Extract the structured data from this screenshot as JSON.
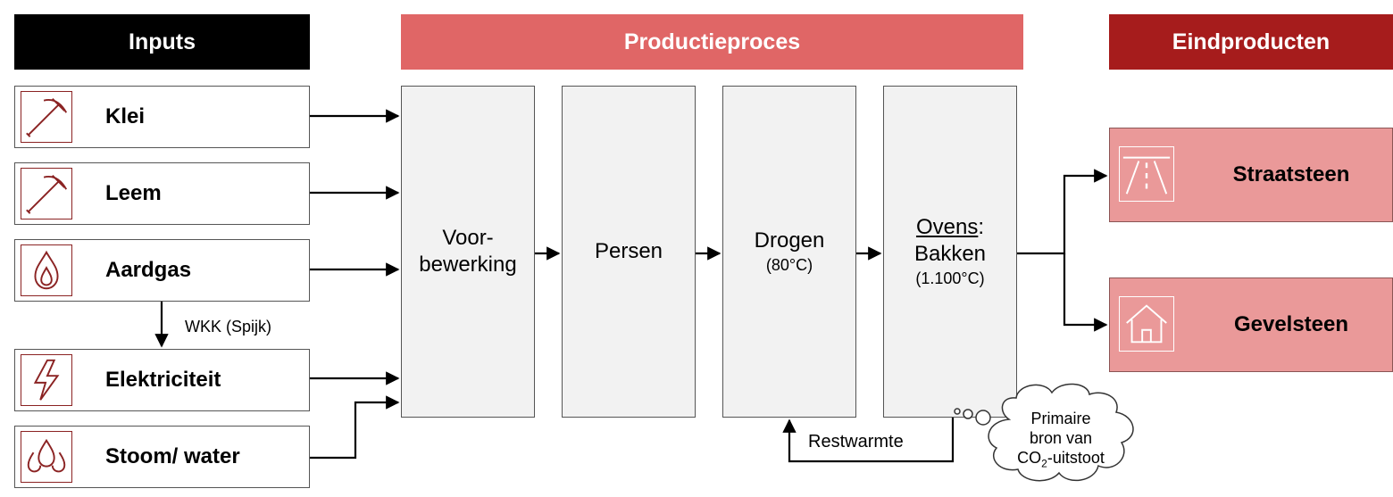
{
  "headers": {
    "inputs": "Inputs",
    "process": "Productieproces",
    "outputs": "Eindproducten"
  },
  "inputs": [
    {
      "label": "Klei",
      "icon": "pickaxe-icon"
    },
    {
      "label": "Leem",
      "icon": "pickaxe-icon"
    },
    {
      "label": "Aardgas",
      "icon": "flame-icon"
    },
    {
      "label": "Elektriciteit",
      "icon": "lightning-icon"
    },
    {
      "label": "Stoom/ water",
      "icon": "water-drops-icon"
    }
  ],
  "wkk_label": "WKK (Spijk)",
  "steps": [
    {
      "line1": "Voor-",
      "line2": "bewerking"
    },
    {
      "line1": "Persen"
    },
    {
      "line1": "Drogen",
      "sub": "(80°C)"
    },
    {
      "line1_underlined": "Ovens",
      "line1_rest": ":",
      "line2": "Bakken",
      "sub": "(1.100°C)"
    }
  ],
  "restwarmte_label": "Restwarmte",
  "cloud": {
    "line1": "Primaire",
    "line2": "bron van",
    "line3_prefix": "CO",
    "line3_subscript": "2",
    "line3_suffix": "-uitstoot"
  },
  "outputs": [
    {
      "label": "Straatsteen",
      "icon": "road-icon"
    },
    {
      "label": "Gevelsteen",
      "icon": "house-icon"
    }
  ],
  "colors": {
    "inputs_header": "#000000",
    "process_header": "#e06666",
    "outputs_header": "#a61c1c",
    "output_box": "#ea9999",
    "icon_stroke": "#8b2323",
    "step_fill": "#f2f2f2"
  }
}
